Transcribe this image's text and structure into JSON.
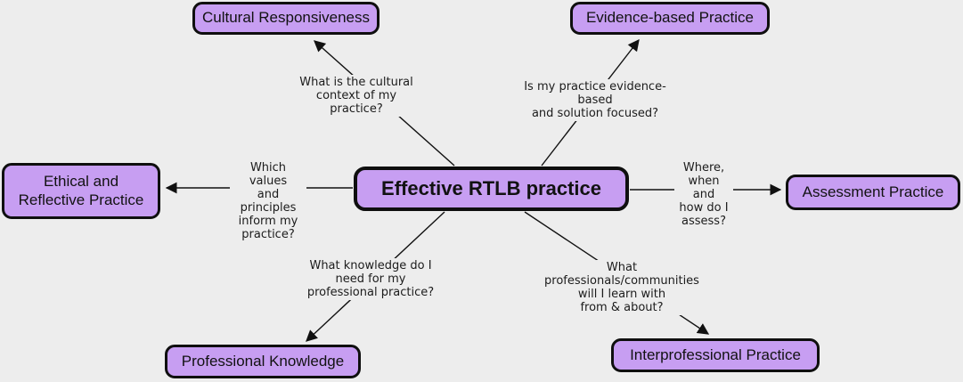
{
  "diagram": {
    "title": "Effective RTLB practice mind map",
    "center": {
      "label": "Effective RTLB practice"
    },
    "nodes": [
      {
        "id": "cultural-responsiveness",
        "label": "Cultural Responsiveness",
        "question": "What is the cultural\ncontext of my practice?"
      },
      {
        "id": "evidence-based-practice",
        "label": "Evidence-based Practice",
        "question": "Is my practice evidence-based\nand solution focused?"
      },
      {
        "id": "ethical-reflective-practice",
        "label": "Ethical and\nReflective Practice",
        "question": "Which values\nand principles\ninform my\npractice?"
      },
      {
        "id": "assessment-practice",
        "label": "Assessment Practice",
        "question": "Where,\nwhen and\nhow do I\nassess?"
      },
      {
        "id": "professional-knowledge",
        "label": "Professional Knowledge",
        "question": "What knowledge do I\nneed for my\nprofessional practice?"
      },
      {
        "id": "interprofessional-practice",
        "label": "Interprofessional Practice",
        "question": "What professionals/communities\nwill I learn with\nfrom & about?"
      }
    ],
    "colors": {
      "node_fill": "#c79ef2",
      "node_border": "#0f0f0f",
      "arrow": "#111111",
      "background": "#ededed",
      "text": "#121212"
    }
  }
}
